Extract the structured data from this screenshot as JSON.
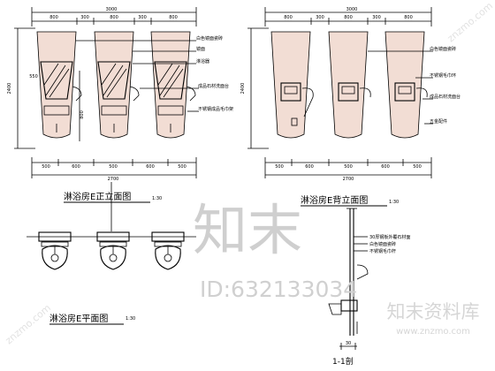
{
  "front_elevation": {
    "title": "淋浴房E正立面图",
    "scale": "1:30",
    "total_width": "3000",
    "height": "2400",
    "top_dims": [
      "800",
      "300",
      "800",
      "300",
      "800"
    ],
    "bottom_dims": [
      "500",
      "600",
      "500",
      "600",
      "500"
    ],
    "overall_bottom": "2700",
    "left_dims": [
      "550",
      "800"
    ],
    "callouts": [
      "白色镜面瓷砖",
      "镜面",
      "淋浴器",
      "成品石材洗面台",
      "不锈钢成品毛巾架"
    ]
  },
  "back_elevation": {
    "title": "淋浴房E背立面图",
    "scale": "1:30",
    "total_width": "3000",
    "height": "2400",
    "top_dims": [
      "800",
      "300",
      "800",
      "300",
      "800"
    ],
    "bottom_dims": [
      "500",
      "600",
      "500",
      "600",
      "500"
    ],
    "overall_bottom": "2700",
    "callouts": [
      "白色镜面瓷砖",
      "不锈钢毛巾环",
      "成品石材洗面台",
      "五金配件"
    ]
  },
  "plan": {
    "title": "淋浴房E平面图",
    "scale": "1:30"
  },
  "section": {
    "title": "1-1剖",
    "dim": "30",
    "callouts": [
      "30厚钢板外覆石材面",
      "白色镜面瓷砖",
      "不锈钢毛巾杆"
    ]
  },
  "watermark": {
    "center": "知末",
    "id_text": "ID:632133034",
    "brand_cn": "知末资料库",
    "url": "www.znzmo.com",
    "diag": "znzmo.com"
  }
}
